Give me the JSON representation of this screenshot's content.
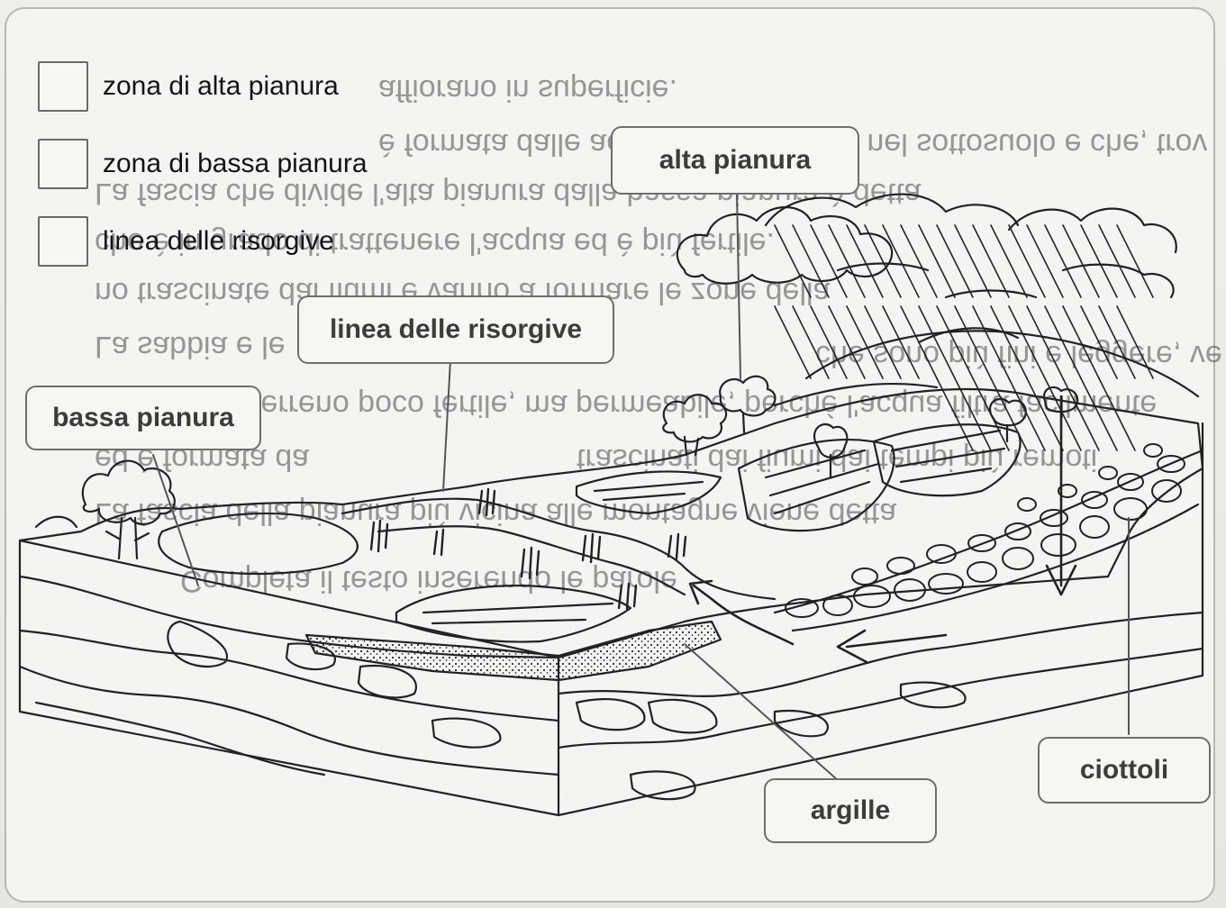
{
  "legend": {
    "items": [
      {
        "label": "zona di alta pianura"
      },
      {
        "label": "zona di bassa pianura"
      },
      {
        "label": "linea delle risorgive"
      }
    ]
  },
  "labels": {
    "alta_pianura": "alta pianura",
    "linea_risorgive": "linea delle risorgive",
    "bassa_pianura": "bassa pianura",
    "argille": "argille",
    "ciottoli": "ciottoli"
  },
  "bleed_through": [
    "affiorano in superficie.",
    "è formata dalle acque che scorrono nel sottosuolo e che, trov",
    "La fascia che divide l'alta pianura dalla bassa pianura è detta",
    "che è in grado di trattenere l'acqua ed è più fertile.",
    "no trascinate dai fiumi e vanno a formare le zone della",
    "La sabbia e le",
    "che sono più fini e leggere, ve",
    "terreno poco fertile, ma permeabile, perché l'acqua filtra facilmente",
    "ed è formata da",
    "trascinati dai fiumi dai tempi più remoti",
    "La fascia della pianura più vicina alle montagne viene detta",
    "Completa il testo inserendo le parole"
  ],
  "colors": {
    "ink": "#222222",
    "label_text": "#3c3c3a",
    "label_border": "#6e6e6c",
    "paper": "#f4f4f2"
  }
}
